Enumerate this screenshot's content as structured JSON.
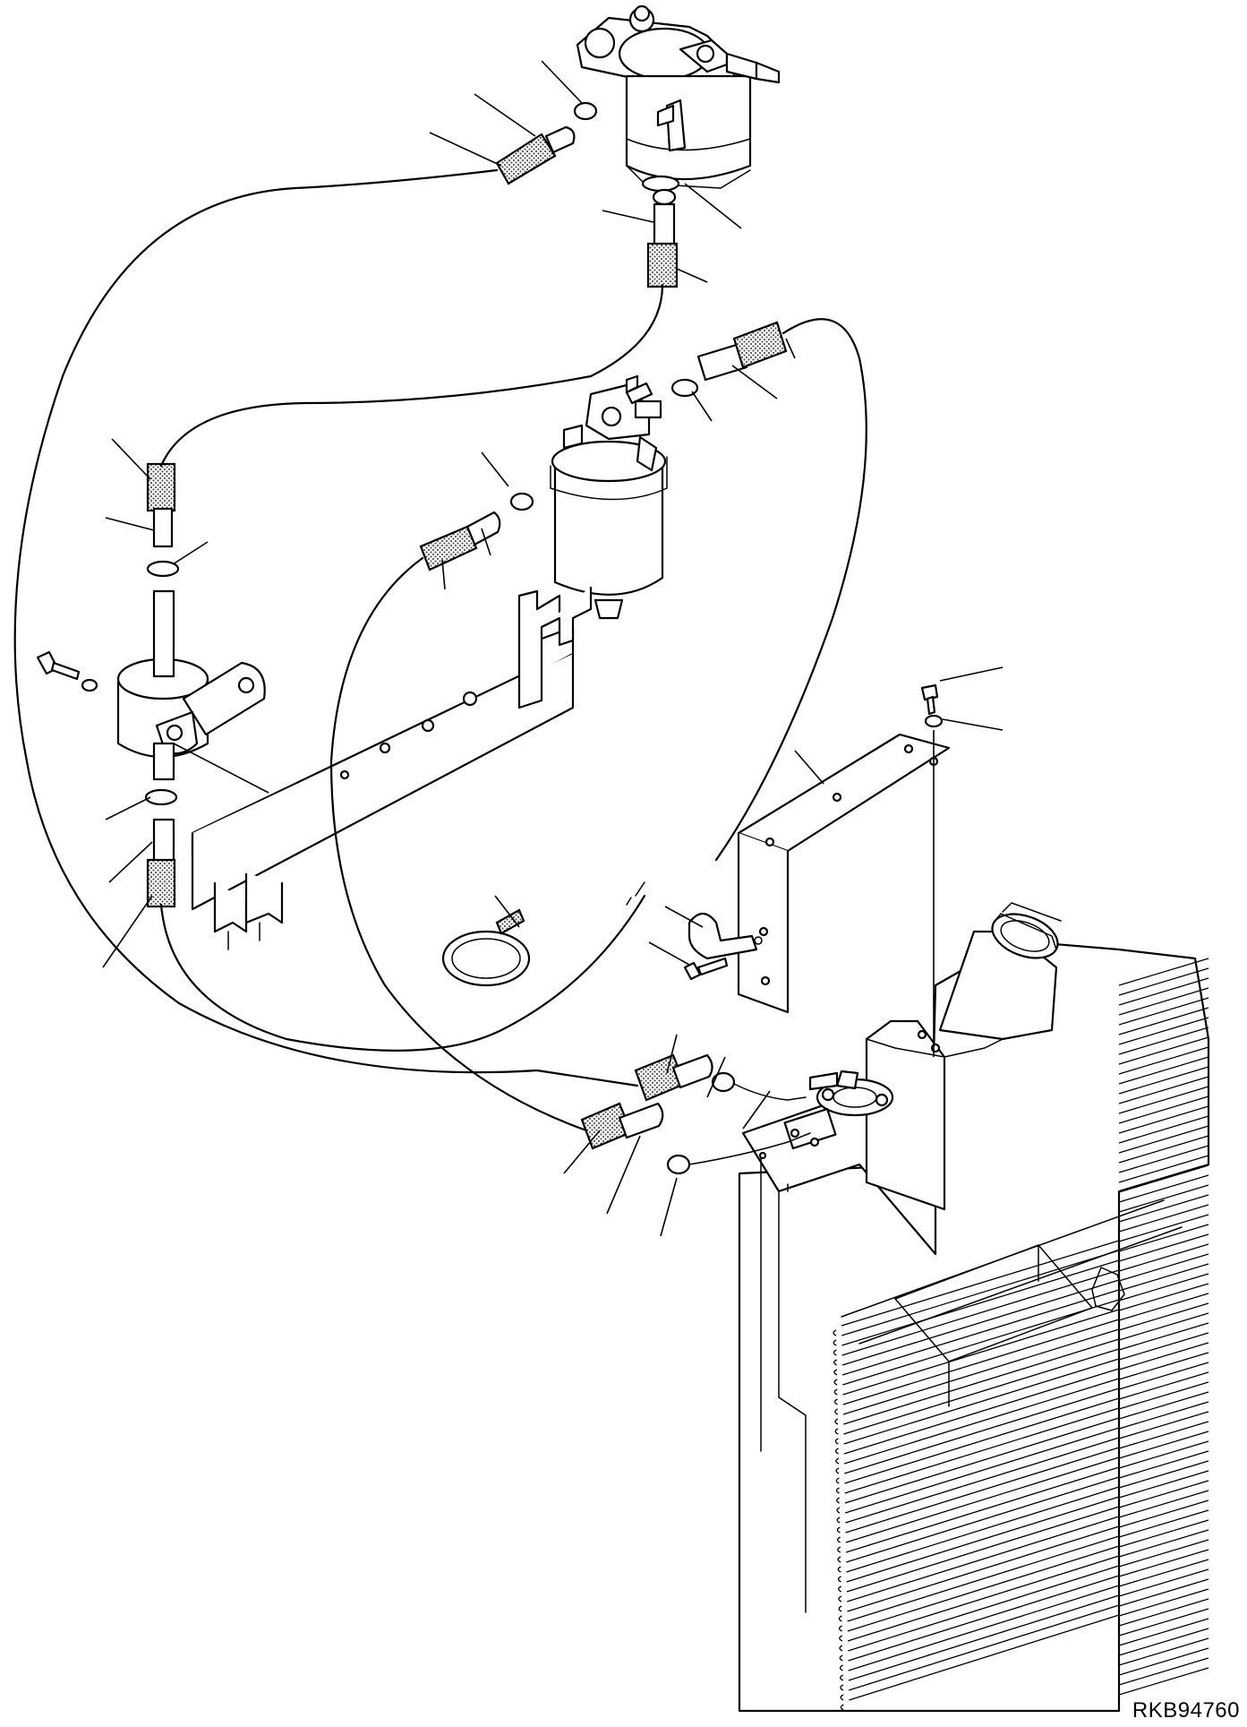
{
  "drawing": {
    "code": "RKB94760"
  },
  "components": [
    {
      "name": "upper-fuel-filter",
      "icon": "fuel-filter-icon"
    },
    {
      "name": "water-separator",
      "icon": "water-separator-icon"
    },
    {
      "name": "fuel-pump",
      "icon": "fuel-pump-icon"
    },
    {
      "name": "mounting-bracket-plate",
      "icon": "bracket-icon"
    },
    {
      "name": "tank-bracket",
      "icon": "bracket-icon"
    },
    {
      "name": "hose-band",
      "icon": "band-clamp-icon"
    },
    {
      "name": "fuel-tank",
      "icon": "fuel-tank-icon"
    }
  ],
  "colors": {
    "line": "#000000",
    "background": "#ffffff",
    "hatch": "#555555"
  }
}
